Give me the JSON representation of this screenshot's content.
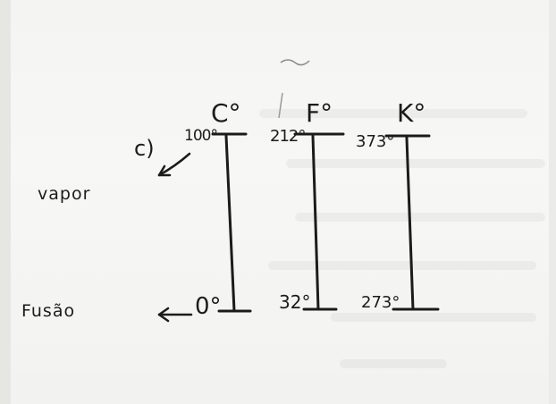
{
  "part_label": "c)",
  "scales": [
    {
      "unit": "C°",
      "top_value": "100°",
      "bottom_value": "0°"
    },
    {
      "unit": "F°",
      "top_value": "212°",
      "bottom_value": "32°"
    },
    {
      "unit": "K°",
      "top_value": "373°",
      "bottom_value": "273°"
    }
  ],
  "labels": {
    "top_point": "vapor",
    "bottom_point": "Fusão"
  },
  "ink_color": "#1b1b1b"
}
